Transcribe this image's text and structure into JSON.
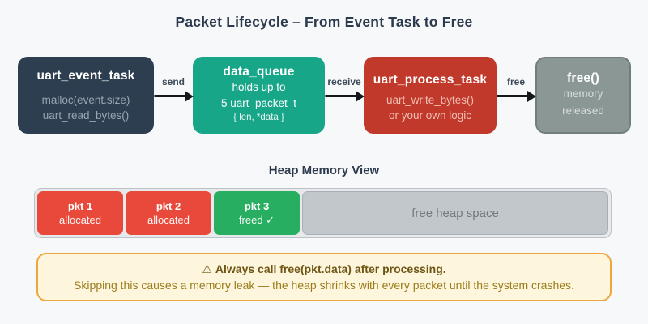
{
  "page": {
    "title": "Packet Lifecycle – From Event Task to Free"
  },
  "flow": {
    "nodes": [
      {
        "title": "uart_event_task",
        "lines": [
          "malloc(event.size)",
          "uart_read_bytes()"
        ]
      },
      {
        "title": "data_queue",
        "lines": [
          "holds up to",
          "5 uart_packet_t",
          "{ len, *data }"
        ]
      },
      {
        "title": "uart_process_task",
        "lines": [
          "uart_write_bytes()",
          "or your own logic"
        ]
      },
      {
        "title": "free()",
        "lines": [
          "memory",
          "released"
        ]
      }
    ],
    "arrows": [
      {
        "label": "send"
      },
      {
        "label": "receive"
      },
      {
        "label": "free"
      }
    ]
  },
  "heap": {
    "title": "Heap Memory View",
    "segments": [
      {
        "label": "pkt 1",
        "status": "allocated"
      },
      {
        "label": "pkt 2",
        "status": "allocated"
      },
      {
        "label": "pkt 3",
        "status": "freed ✓"
      },
      {
        "label": "free heap space",
        "status": ""
      }
    ]
  },
  "warning": {
    "icon": "⚠",
    "title": "Always call free(pkt.data) after processing.",
    "body": "Skipping this causes a memory leak — the heap shrinks with every packet until the system crashes."
  },
  "colors": {
    "background": "#f7f8fa",
    "title_text": "#2c3a4d",
    "node_event_bg": "#2d3e50",
    "node_queue_bg": "#18a689",
    "node_process_bg": "#c0392b",
    "node_free_bg": "#8b9795",
    "heap_allocated": "#e8493a",
    "heap_freed": "#27ae60",
    "heap_free_space": "#c2c7cb",
    "warning_border": "#eda73f",
    "warning_bg": "#fdf6dd"
  }
}
